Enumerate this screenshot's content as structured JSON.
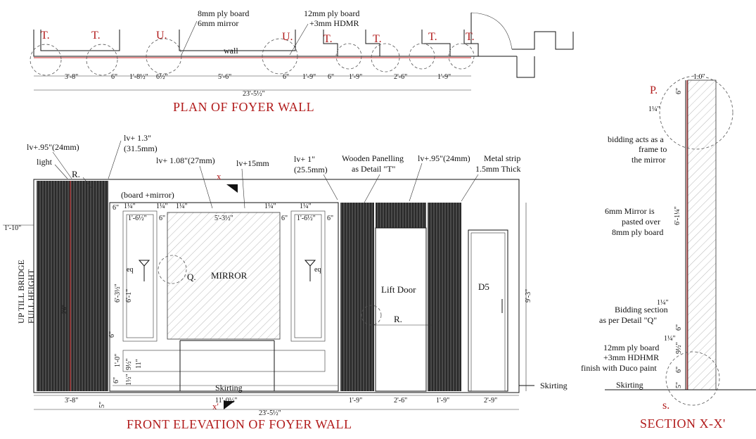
{
  "plan": {
    "title": "PLAN OF FOYER WALL",
    "wall_label": "wall",
    "note_ply_mirror": [
      "8mm ply board",
      "6mm mirror"
    ],
    "note_ply_hdmr": [
      "12mm ply board",
      "+3mm HDMR"
    ],
    "markers": [
      "T.",
      "T.",
      "U.",
      "U.",
      "T.",
      "T.",
      "T.",
      "T."
    ],
    "dims": [
      "3'-8\"",
      "6\"",
      "1'-8½\"",
      "6½\"",
      "5'-6\"",
      "6\"",
      "1'-9\"",
      "6\"",
      "1'-9\"",
      "2'-6\"",
      "1'-9\""
    ],
    "total": "23'-5½\""
  },
  "elevation": {
    "title": "FRONT ELEVATION OF FOYER WALL",
    "notes": {
      "lv095": "lv+.95\"(24mm)",
      "lv13": [
        "lv+ 1.3\"",
        "(31.5mm)"
      ],
      "lv108": "lv+ 1.08\"(27mm)",
      "lv15": "lv+15mm",
      "lv1": [
        "lv+ 1\"",
        "(25.5mm)"
      ],
      "wooden": [
        "Wooden Panelling",
        "as Detail \"T\""
      ],
      "lv095b": "lv+.95\"(24mm)",
      "metal": [
        "Metal strip",
        "1.5mm Thick"
      ],
      "light": "light",
      "board_mirror": "(board +mirror)"
    },
    "markers": {
      "r1": "R.",
      "r2": "R.",
      "q": "Q.",
      "x": "x",
      "x2": "x'"
    },
    "labels": {
      "mirror": "MIRROR",
      "lift": "Lift Door",
      "d5": "D5",
      "skirting": "Skirting",
      "skirting2": "Skirting",
      "eq": "eq",
      "eq2": "eq"
    },
    "vertical_label": [
      "FULL HEIGHT",
      "UP TILL BRIDGE"
    ],
    "dims_inner": [
      "1'-6½\"",
      "6\"",
      "5'-3½\"",
      "6\"",
      "1'-6½\"",
      "6\"",
      "6\"",
      "1¼\"",
      "1¼\"",
      "1¼\"",
      "1¼\"",
      "1¼\"",
      "6'-3½\"",
      "6'-1\"",
      "6\"",
      "1'-0\"",
      "9½\"",
      "11\"",
      "6\"",
      "1½\"",
      "1'-10\"",
      "9'-3\"",
      "5\""
    ],
    "dims_bottom": [
      "3'-8\"",
      "11'-0½\"",
      "1'-9\"",
      "2'-6\"",
      "1'-9\"",
      "2'-9\""
    ],
    "total": "23'-5½\""
  },
  "section": {
    "title": "SECTION X-X'",
    "markers": {
      "p": "P.",
      "s": "s."
    },
    "notes": {
      "bidding_frame": [
        "bidding acts as a",
        "frame to",
        "the mirror"
      ],
      "mirror_pasted": [
        "6mm  Mirror is",
        "pasted over",
        "8mm ply board"
      ],
      "bidding_q": [
        "Bidding section",
        "as per Detail \"Q\""
      ],
      "ply_hdhmr": [
        "12mm ply board",
        "+3mm HDHMR",
        "finish with Duco paint"
      ],
      "skirting": "Skirting"
    },
    "dims": [
      "1.0\"",
      "6\"",
      "1¼\"",
      "6'-1¼\"",
      "1¼\"",
      "6\"",
      "1¼\"",
      "9½\"",
      "6\"",
      "5\""
    ]
  }
}
